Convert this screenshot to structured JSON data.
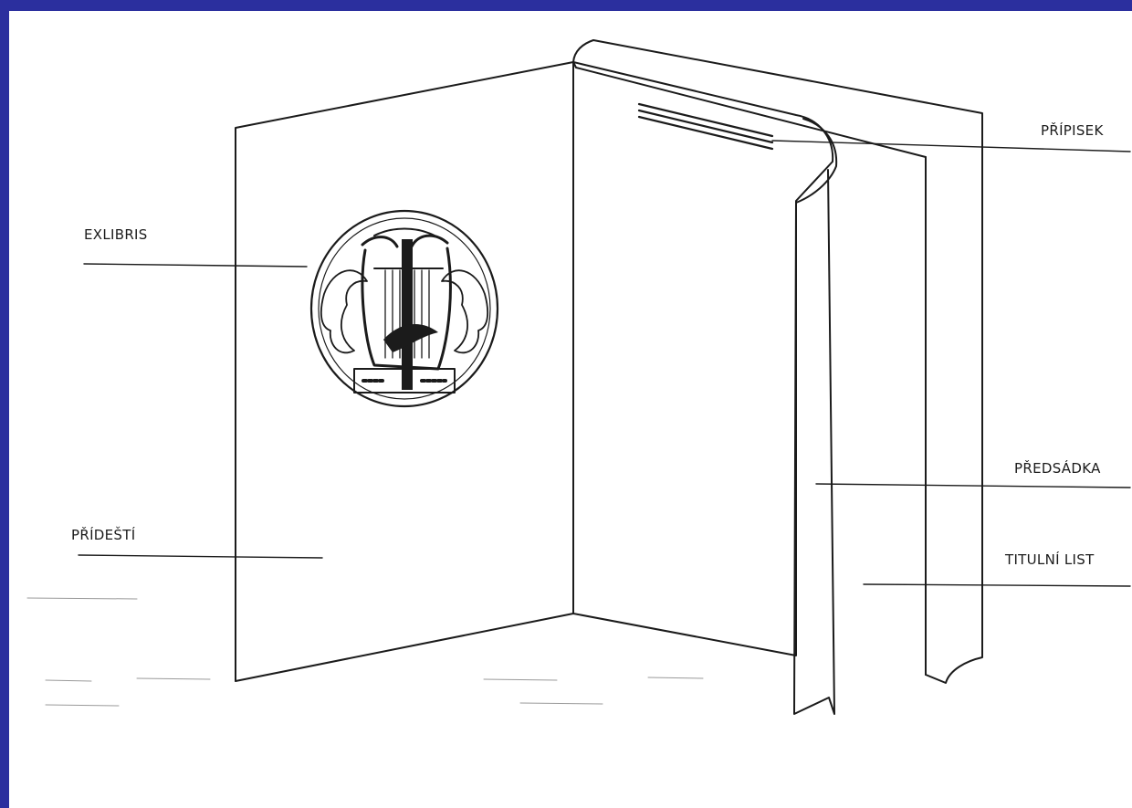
{
  "diagram": {
    "labels": {
      "exlibris": "EXLIBRIS",
      "pridesti": "PŘÍDEŠTÍ",
      "pripisek": "PŘÍPISEK",
      "predsadka": "PŘEDSÁDKA",
      "titulni_list": "TITULNÍ LIST"
    }
  },
  "colors": {
    "frame": "#2b2f9e",
    "paper": "#ffffff",
    "ink": "#1b1b1b"
  }
}
